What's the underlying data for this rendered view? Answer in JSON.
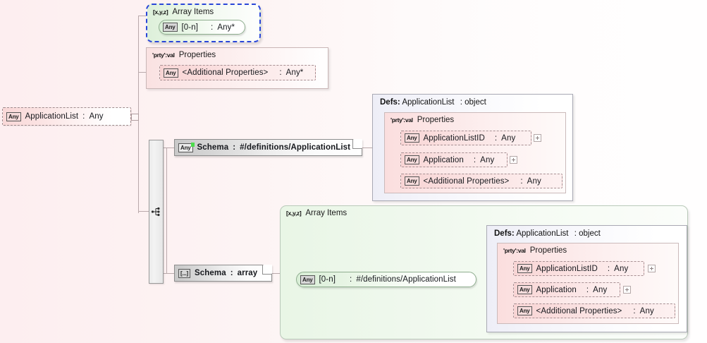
{
  "diagram": {
    "type": "json-schema-tree",
    "title": "ApplicationList schema design view"
  },
  "root": {
    "badge": "Any",
    "name": "ApplicationList",
    "separator": ":",
    "type": "Any"
  },
  "sequence_bar": {
    "icon": "sequence-tree-icon"
  },
  "top_array_items": {
    "tag": "[x,y,z]",
    "title": "Array Items",
    "item": {
      "badge": "Any",
      "occurrence": "[0-n]",
      "separator": ":",
      "type": "Any*"
    }
  },
  "top_properties": {
    "tag": "'prty':val",
    "title": "Properties",
    "item": {
      "badge": "Any",
      "name": "<Additional Properties>",
      "separator": ":",
      "type": "Any*"
    }
  },
  "schema_ref": {
    "badge": "Any",
    "marker": "green-ref-marker",
    "name": "Schema",
    "separator": ":",
    "type": "#/definitions/ApplicationList"
  },
  "schema_array": {
    "badge": "[...]",
    "name": "Schema",
    "separator": ":",
    "type": "array"
  },
  "defs_top": {
    "label": "Defs:",
    "name": "ApplicationList",
    "separator": ":",
    "type": "object",
    "properties": {
      "tag": "'prty':val",
      "title": "Properties",
      "rows": [
        {
          "badge": "Any",
          "name": "ApplicationListID",
          "separator": ":",
          "type": "Any",
          "expander": "+"
        },
        {
          "badge": "Any",
          "name": "Application",
          "separator": ":",
          "type": "Any",
          "expander": "+"
        },
        {
          "badge": "Any",
          "name": "<Additional Properties>",
          "separator": ":",
          "type": "Any",
          "expander": ""
        }
      ]
    }
  },
  "bottom_array_items": {
    "tag": "[x,y,z]",
    "title": "Array Items",
    "item": {
      "badge": "Any",
      "occurrence": "[0-n]",
      "separator": ":",
      "type": "#/definitions/ApplicationList"
    }
  },
  "defs_bottom": {
    "label": "Defs:",
    "name": "ApplicationList",
    "separator": ":",
    "type": "object",
    "properties": {
      "tag": "'prty':val",
      "title": "Properties",
      "rows": [
        {
          "badge": "Any",
          "name": "ApplicationListID",
          "separator": ":",
          "type": "Any",
          "expander": "+"
        },
        {
          "badge": "Any",
          "name": "Application",
          "separator": ":",
          "type": "Any",
          "expander": "+"
        },
        {
          "badge": "Any",
          "name": "<Additional Properties>",
          "separator": ":",
          "type": "Any",
          "expander": ""
        }
      ]
    }
  },
  "colors": {
    "background_left": "#fdeef0",
    "background_right": "#fffefe",
    "array_items_border": "#2a46d8",
    "green_fill": "#e9f6e6",
    "pink_fill": "#fbdede",
    "ref_marker": "#4ddc4d"
  }
}
